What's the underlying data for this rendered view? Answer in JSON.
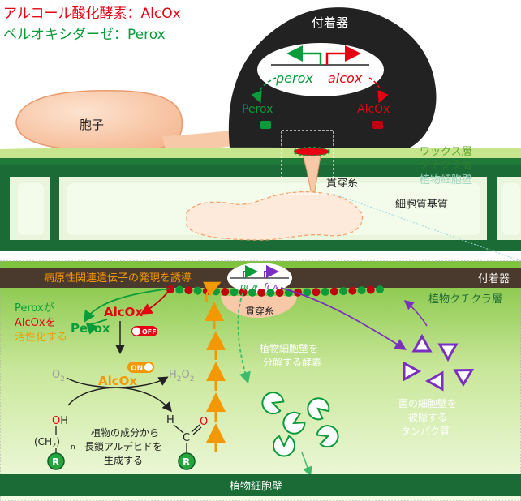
{
  "legend": {
    "alcox": "アルコール酸化酵素：AlcOx",
    "perox": "ペルオキシダーゼ：Perox"
  },
  "top": {
    "appressorium": "付着器",
    "spore": "胞子",
    "gene_perox": "perox",
    "gene_alcox": "alcox",
    "protein_perox": "Perox",
    "protein_alcox": "AlcOx",
    "penetration_peg": "貫穿糸",
    "wax_layer": "ワックス層",
    "cuticle_layer": "クチクラ層",
    "plant_cell_wall": "植物細胞壁",
    "cell_matrix": "細胞質基質"
  },
  "bottom": {
    "appressorium": "付着器",
    "induction": "病原性関連遺伝子の発現を誘導",
    "gene_pcw": "pcw",
    "gene_fcw": "fcw",
    "penetration_peg": "貫穿糸",
    "plant_cuticle": "植物クチクラ層",
    "activation": [
      "Peroxが",
      "AlcOxを",
      "活性化する"
    ],
    "alcox_top": "AlcOx",
    "perox": "Perox",
    "off": "OFF",
    "on": "ON",
    "alcox_mid": "AlcOx",
    "o2_o": "O",
    "o2_sub": "2",
    "h2o2_h": "H",
    "h2o2_sub1": "2",
    "h2o2_o": "O",
    "h2o2_sub2": "2",
    "oh": "OH",
    "ch2_l": "(CH",
    "ch2_sub": "2",
    "ch2_r": ")",
    "n": "n",
    "r": "R",
    "h": "H",
    "c": "C",
    "o": "O",
    "aldehyde_desc": [
      "植物の成分から",
      "長鎖アルデヒドを",
      "生成する"
    ],
    "degrading_enzyme": [
      "植物細胞壁を",
      "分解する酵素"
    ],
    "fungal_wall": [
      "菌の細胞壁を",
      "被隠する",
      "タンパク質"
    ],
    "cell_wall": "植物細胞壁"
  },
  "colors": {
    "alcox_red": "#e60012",
    "perox_green": "#0a9b3a",
    "orange": "#f39800",
    "purple": "#7b2fbe",
    "dark_green": "#0e5e2c",
    "appressorium_dark": "#222222",
    "spore_peach": "#f7c9a8"
  }
}
